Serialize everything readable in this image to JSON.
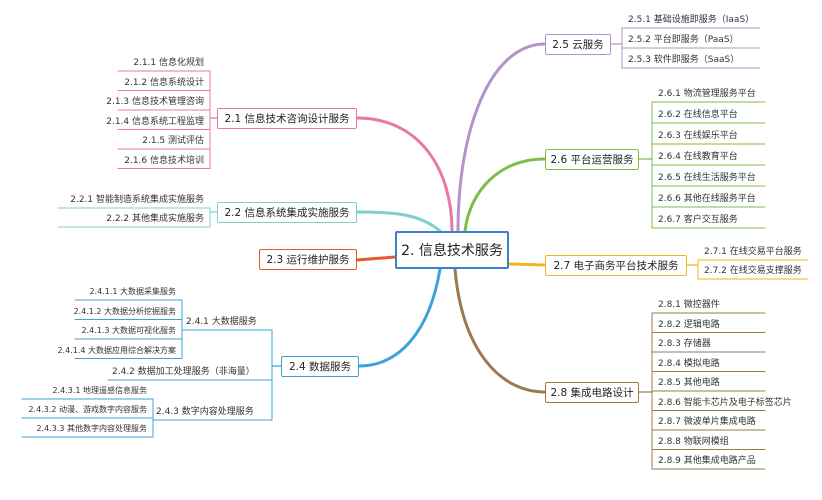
{
  "center": {
    "label": "2. 信息技术服务"
  },
  "colors": {
    "center": "#3a7fd0",
    "b21": "#e77aa0",
    "b22": "#7fcfcc",
    "b23": "#e45a2b",
    "b24": "#3ca3d8",
    "b25": "#b294c9",
    "b26": "#7fbd4a",
    "b27": "#f3b51b",
    "b28": "#9b7a4c"
  },
  "branches": {
    "b21": {
      "label": "2.1 信息技术咨询设计服务",
      "items": [
        "2.1.1 信息化规划",
        "2.1.2 信息系统设计",
        "2.1.3 信息技术管理咨询",
        "2.1.4 信息系统工程监理",
        "2.1.5 测试评估",
        "2.1.6 信息技术培训"
      ]
    },
    "b22": {
      "label": "2.2 信息系统集成实施服务",
      "items": [
        "2.2.1 智能制造系统集成实施服务",
        "2.2.2 其他集成实施服务"
      ]
    },
    "b23": {
      "label": "2.3 运行维护服务"
    },
    "b24": {
      "label": "2.4 数据服务",
      "sub1": {
        "label": "2.4.1 大数据服务",
        "items": [
          "2.4.1.1 大数据采集服务",
          "2.4.1.2 大数据分析挖掘服务",
          "2.4.1.3 大数据可视化服务",
          "2.4.1.4 大数据应用综合解决方案"
        ]
      },
      "sub2": {
        "label": "2.4.2 数据加工处理服务（非海量）"
      },
      "sub3": {
        "label": "2.4.3 数字内容处理服务",
        "items": [
          "2.4.3.1 地理遥感信息服务",
          "2.4.3.2 动漫、游戏数字内容服务",
          "2.4.3.3 其他数字内容处理服务"
        ]
      }
    },
    "b25": {
      "label": "2.5 云服务",
      "items": [
        "2.5.1 基础设施即服务（IaaS）",
        "2.5.2 平台即服务（PaaS）",
        "2.5.3 软件即服务（SaaS）"
      ]
    },
    "b26": {
      "label": "2.6 平台运营服务",
      "items": [
        "2.6.1 物流管理服务平台",
        "2.6.2 在线信息平台",
        "2.6.3 在线娱乐平台",
        "2.6.4 在线教育平台",
        "2.6.5 在线生活服务平台",
        "2.6.6 其他在线服务平台",
        "2.6.7 客户交互服务"
      ]
    },
    "b27": {
      "label": "2.7 电子商务平台技术服务",
      "items": [
        "2.7.1 在线交易平台服务",
        "2.7.2 在线交易支撑服务"
      ]
    },
    "b28": {
      "label": "2.8 集成电路设计",
      "items": [
        "2.8.1 微控器件",
        "2.8.2 逻辑电路",
        "2.8.3 存储器",
        "2.8.4 模拟电路",
        "2.8.5 其他电路",
        "2.8.6 智能卡芯片及电子标签芯片",
        "2.8.7 微波单片集成电路",
        "2.8.8 物联网模组",
        "2.8.9 其他集成电路产品"
      ]
    }
  }
}
